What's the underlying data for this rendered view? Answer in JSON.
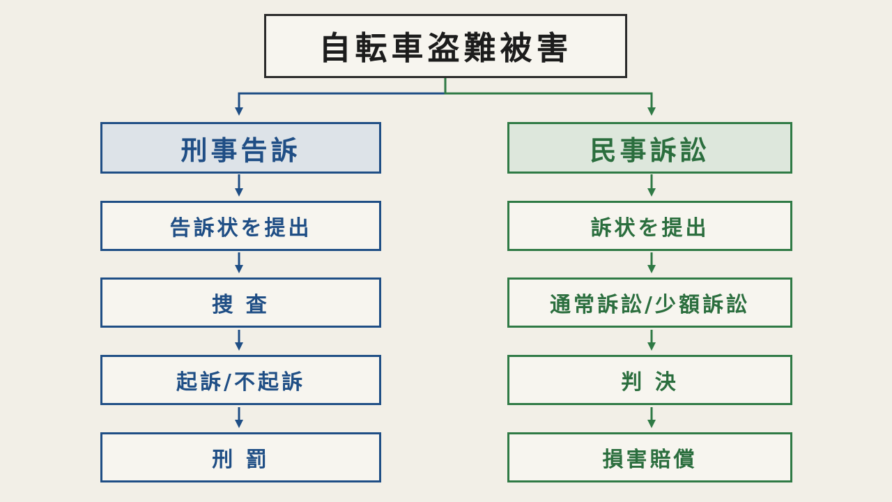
{
  "root": {
    "label": "自転車盗難被害"
  },
  "left": {
    "title": "刑事告訴",
    "steps": [
      "告訴状を提出",
      "捜 査",
      "起訴/不起訴",
      "刑 罰"
    ]
  },
  "right": {
    "title": "民事訴訟",
    "steps": [
      "訴状を提出",
      "通常訴訟/少額訴訟",
      "判 決",
      "損害賠償"
    ]
  },
  "colors": {
    "background": "#f2efe7",
    "root_border": "#2a2a2a",
    "criminal_blue": "#1f4e85",
    "civil_green": "#2f7a45"
  }
}
